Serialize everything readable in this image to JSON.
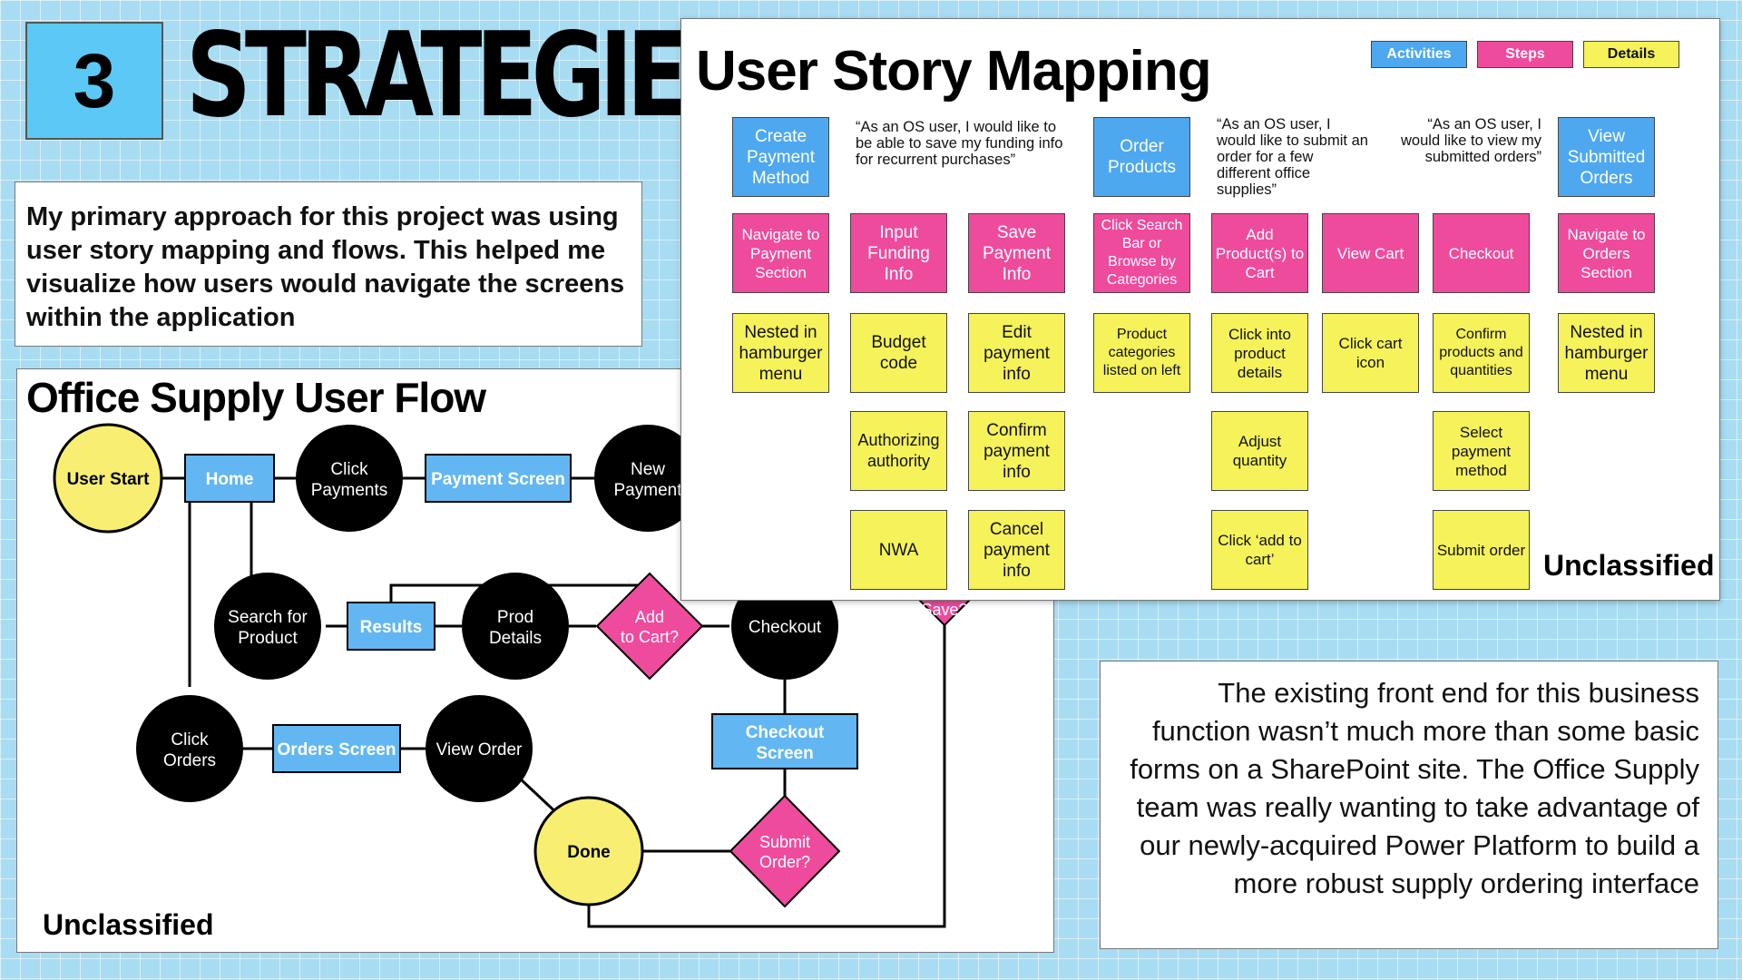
{
  "header": {
    "number": "3",
    "title": "STRATEGIES"
  },
  "intro": {
    "text": "My primary approach for this project was using user story mapping and flows. This helped me visualize how users would navigate the screens within the application"
  },
  "user_flow": {
    "title": "Office Supply User Flow",
    "classification": "Unclassified",
    "nodes": {
      "user_start": "User Start",
      "home": "Home",
      "click_payments": [
        "Click",
        "Payments"
      ],
      "payment_screen": "Payment Screen",
      "new_payment": [
        "New",
        "Payment"
      ],
      "search_product": [
        "Search for",
        "Product"
      ],
      "results": "Results",
      "prod_details": [
        "Prod",
        "Details"
      ],
      "add_to_cart": [
        "Add",
        "to Cart?"
      ],
      "checkout": "Checkout",
      "save": "Save?",
      "click_orders": [
        "Click",
        "Orders"
      ],
      "orders_screen": "Orders Screen",
      "view_order": "View Order",
      "checkout_screen": [
        "Checkout",
        "Screen"
      ],
      "submit_order": [
        "Submit",
        "Order?"
      ],
      "done": "Done"
    }
  },
  "story_map": {
    "title": "User Story Mapping",
    "classification": "Unclassified",
    "legend": [
      {
        "label": "Activities",
        "color": "#4da8f0"
      },
      {
        "label": "Steps",
        "color": "#ef4b9d"
      },
      {
        "label": "Details",
        "color": "#f5f25a"
      }
    ],
    "activities": {
      "create_payment": "Create Payment Method",
      "order_products": "Order Products",
      "view_orders": "View Submitted Orders"
    },
    "quotes": {
      "q1": "“As an OS user, I would like to be able to save my funding info for recurrent purchases”",
      "q2": "“As an OS user, I would like to submit an order for a few different office supplies”",
      "q3": "“As an OS user, I would like to view my submitted orders”"
    },
    "steps": {
      "s1": "Navigate to Payment Section",
      "s2": "Input Funding Info",
      "s3": "Save Payment Info",
      "s4": "Click Search Bar or Browse by Categories",
      "s5": "Add Product(s) to Cart",
      "s6": "View Cart",
      "s7": "Checkout",
      "s8": "Navigate to Orders Section"
    },
    "details": {
      "d1": "Nested in hamburger menu",
      "d2": "Budget code",
      "d3": "Edit payment info",
      "d4": "Product categories listed on left",
      "d5": "Click into product details",
      "d6": "Click cart icon",
      "d7": "Confirm products and quantities",
      "d8": "Nested in hamburger menu",
      "d9": "Authorizing authority",
      "d10": "Confirm payment info",
      "d11": "Adjust quantity",
      "d12": "Select payment method",
      "d13": "NWA",
      "d14": "Cancel payment info",
      "d15": "Click ‘add to cart’",
      "d16": "Submit order"
    }
  },
  "bottom_note": {
    "text": "The existing front end for this business function wasn’t much more than some basic forms on a SharePoint site. The Office Supply team was really wanting to take advantage of our newly-acquired Power Platform to build a more robust supply ordering interface"
  },
  "colors": {
    "blue_box": "#5cc8f5",
    "activity": "#4da8f0",
    "step": "#ef4b9d",
    "detail": "#f5f25a",
    "flow_circle_yellow": "#f8ef72",
    "flow_box": "#62b7f2"
  }
}
